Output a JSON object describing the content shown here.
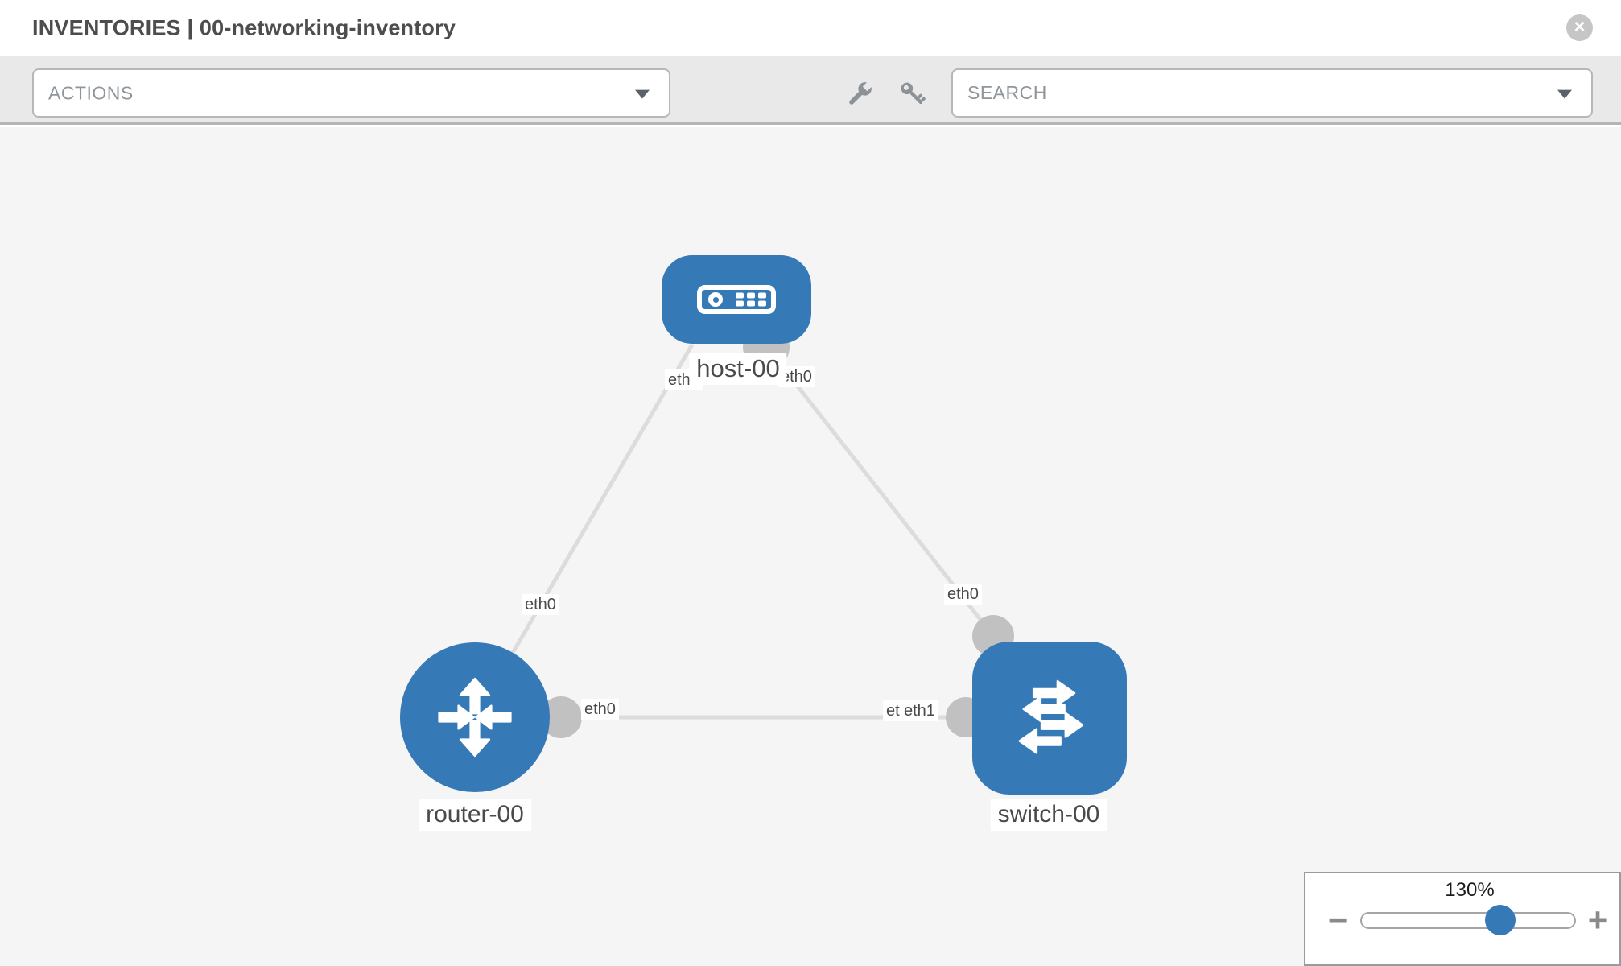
{
  "header": {
    "title": "INVENTORIES | 00-networking-inventory",
    "close_glyph": "×",
    "close_icon": "close-circle-icon"
  },
  "toolbar": {
    "actions_label": "ACTIONS",
    "search_placeholder": "SEARCH",
    "icons": [
      "chevron-down-icon",
      "wrench-icon",
      "key-icon"
    ]
  },
  "canvas": {
    "nodes": [
      {
        "name": "host-00",
        "type": "host",
        "icon": "server-icon"
      },
      {
        "name": "router-00",
        "type": "router",
        "icon": "router-arrows-icon"
      },
      {
        "name": "switch-00",
        "type": "switch",
        "icon": "switch-arrows-icon"
      }
    ],
    "links": [
      {
        "source": "host-00",
        "target": "router-00",
        "source_interface": "eth0",
        "target_interface": "eth0"
      },
      {
        "source": "host-00",
        "target": "switch-00",
        "source_interface": "eth0",
        "target_interface": "eth0"
      },
      {
        "source": "router-00",
        "target": "switch-00",
        "source_interface": "eth0",
        "target_interface": "eth1",
        "overlapped_label": "eth0"
      }
    ]
  },
  "zoom_control": {
    "level": "130%",
    "minus_glyph": "−",
    "plus_glyph": "+"
  },
  "colors": {
    "node_blue": "#3679b7",
    "link_gray": "#dcdcdc",
    "port_gray": "#c1c1c1",
    "canvas_bg": "#f5f5f5",
    "toolbar_bg": "#e9e9e9",
    "label_text": "#4a4a4a",
    "header_text": "#4d4d4d",
    "control_border": "#b7b7b7",
    "muted_icon": "#8d9297"
  }
}
